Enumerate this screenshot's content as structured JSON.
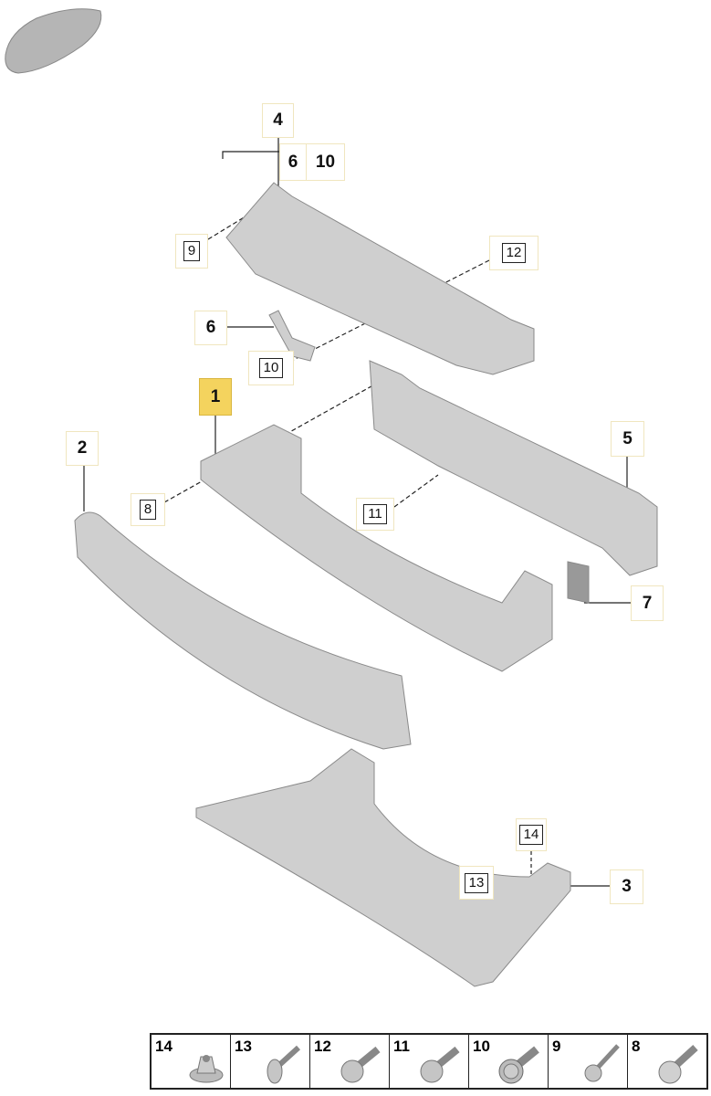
{
  "callouts": {
    "c4": "4",
    "c6a": "6",
    "c10a": "10",
    "c9": "9",
    "c12": "12",
    "c6b": "6",
    "c10b": "10",
    "c1": "1",
    "c2": "2",
    "c5": "5",
    "c8": "8",
    "c11": "11",
    "c7": "7",
    "c14": "14",
    "c13": "13",
    "c3": "3"
  },
  "fasteners": [
    "14",
    "13",
    "12",
    "11",
    "10",
    "9",
    "8"
  ],
  "colors": {
    "highlight": "#f4d35e",
    "part": "#c8c8c8"
  }
}
